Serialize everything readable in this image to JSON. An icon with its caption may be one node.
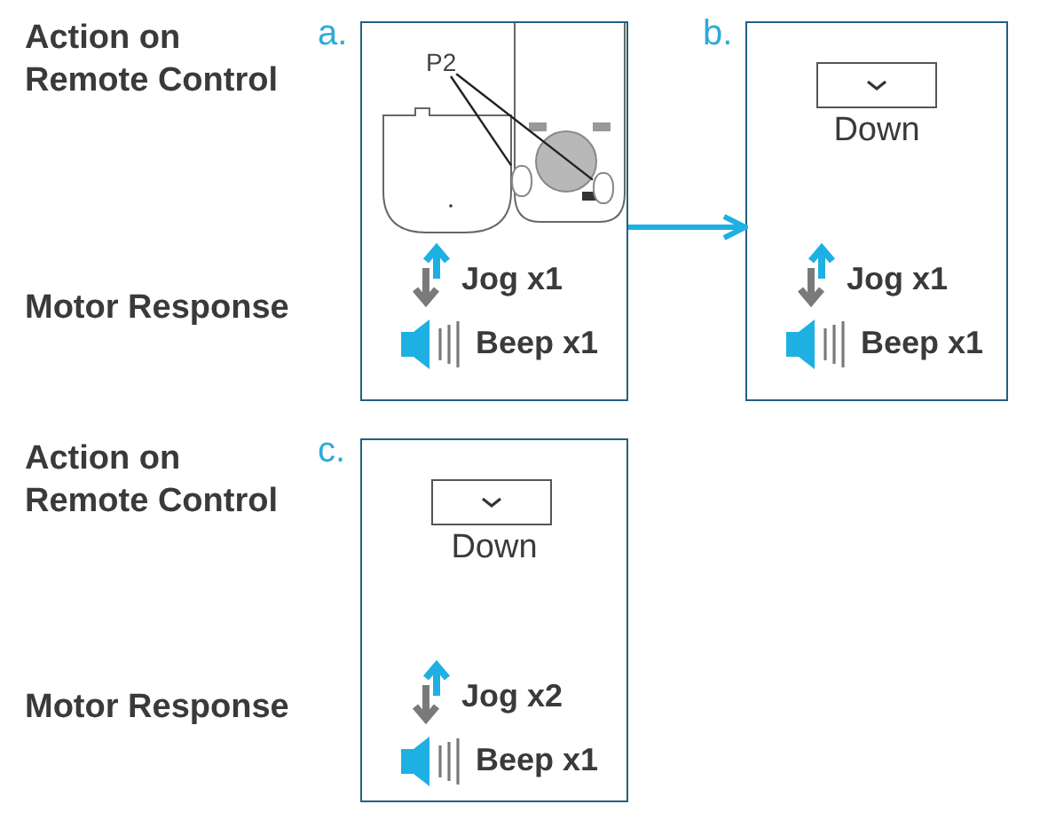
{
  "diagram": {
    "nodes": [
      {
        "text": [
          "Jog x1",
          "Beep x1"
        ],
        "beside": [
          "a."
        ]
      },
      {
        "text": [
          "P2"
        ],
        "in": 0
      },
      {
        "text": [],
        "shape": "button",
        "in": 0
      },
      {
        "text": [],
        "shape": "button",
        "in": 0
      },
      {
        "text": [
          "Down",
          "Jog x1",
          "Beep x1"
        ],
        "beside": [
          "b."
        ]
      },
      {
        "text": [
          "Down",
          "Jog x2",
          "Beep x1"
        ],
        "beside": [
          "c."
        ]
      }
    ],
    "edges": [
      {
        "from": 0,
        "to": 4,
        "arrow": "to",
        "style": "thick",
        "color": "#1fb0e3"
      },
      {
        "from": 1,
        "to": 2,
        "arrow": "none"
      },
      {
        "from": 1,
        "to": 3,
        "arrow": "none"
      }
    ],
    "labels": [
      "Action on Remote Control",
      "Motor Response",
      "Action on Remote Control",
      "Motor Response"
    ]
  }
}
